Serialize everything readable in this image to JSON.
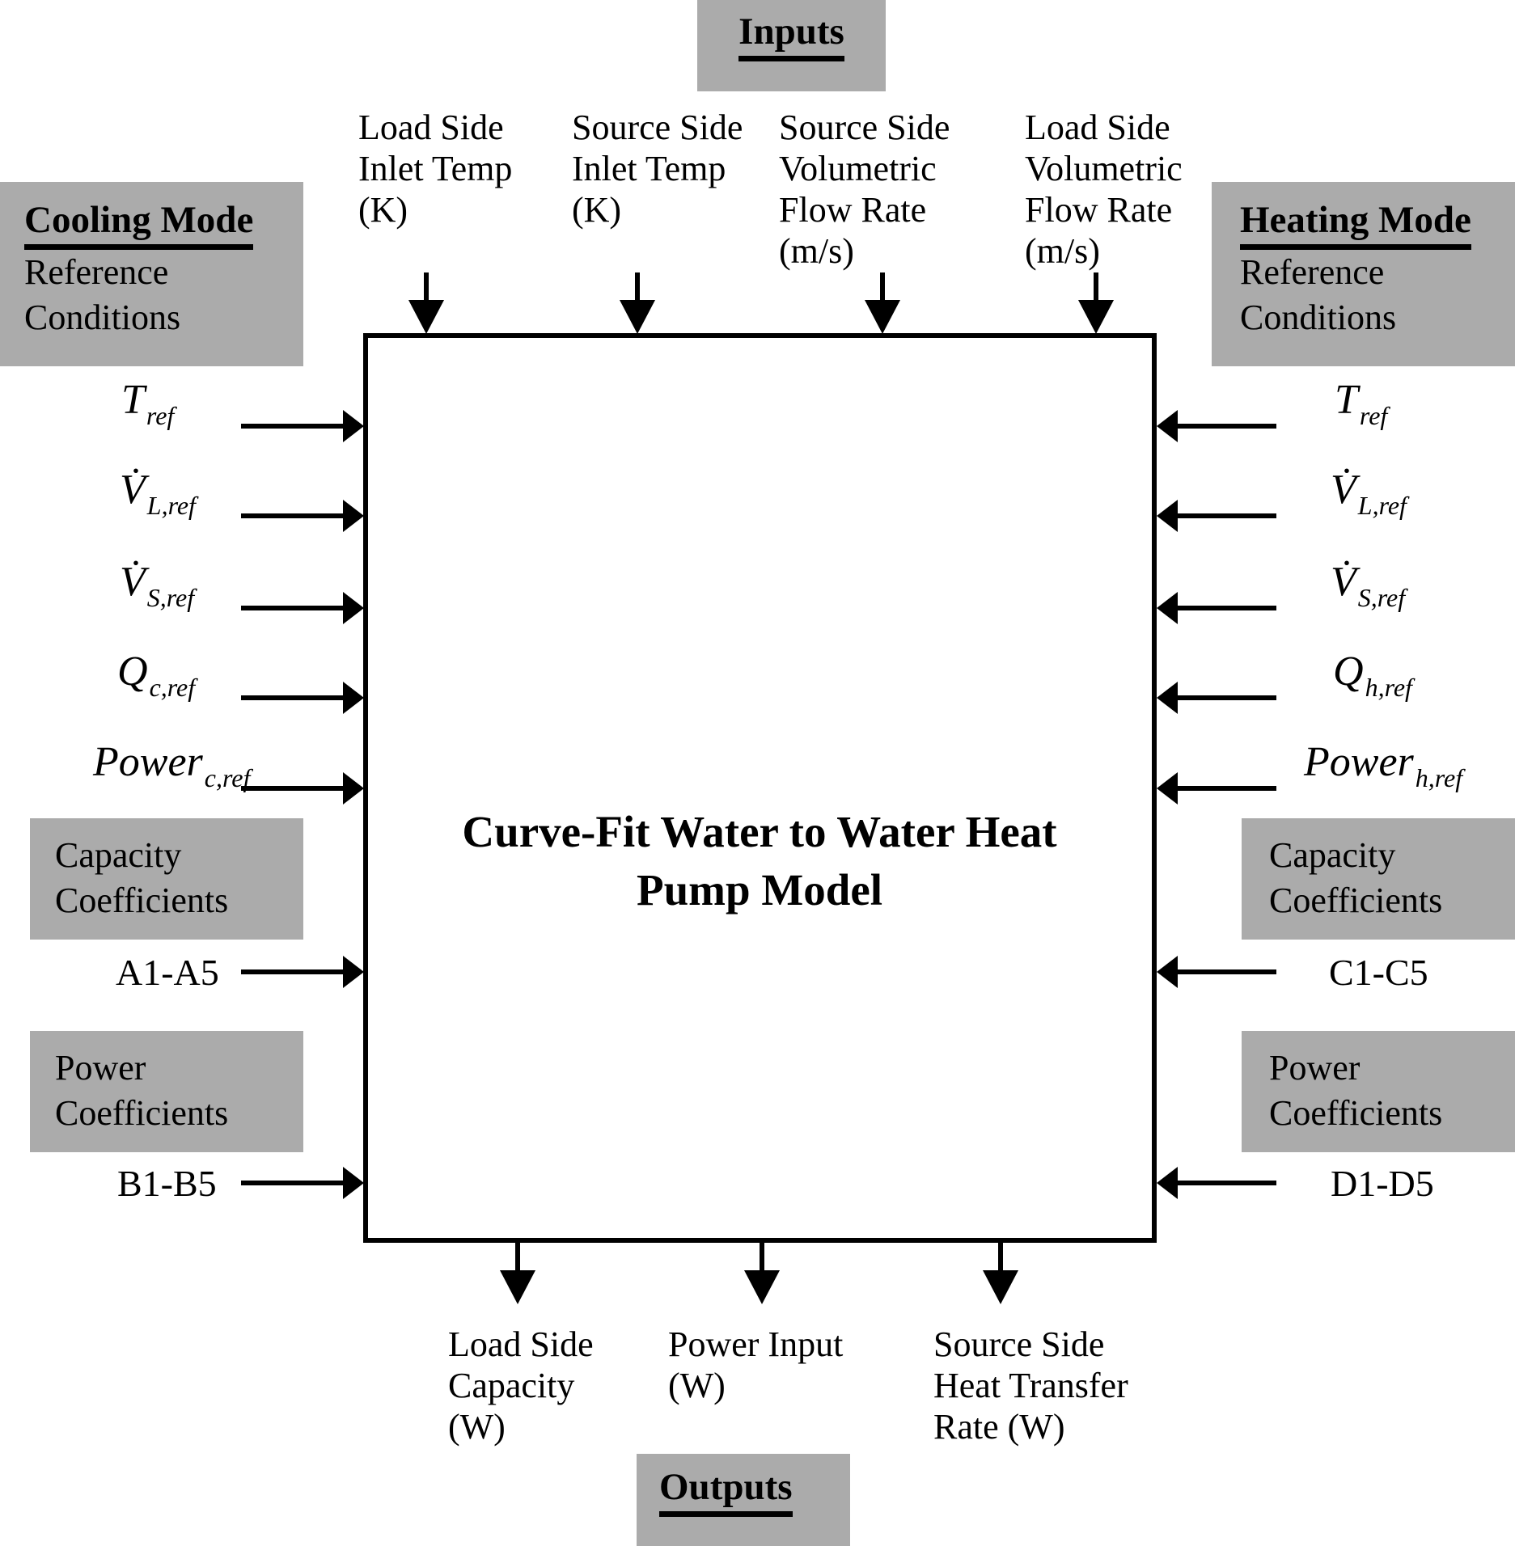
{
  "colors": {
    "panel_gray": "#ababab",
    "ink": "#000000",
    "background": "#ffffff"
  },
  "headers": {
    "inputs": "Inputs",
    "outputs": "Outputs"
  },
  "center_box": {
    "title": "Curve-Fit Water to Water Heat Pump Model"
  },
  "top_inputs": [
    "Load Side Inlet Temp (K)",
    "Source Side Inlet Temp (K)",
    "Source Side Volumetric Flow Rate (m/s)",
    "Load Side Volumetric Flow Rate (m/s)"
  ],
  "bottom_outputs": [
    "Load Side Capacity (W)",
    "Power Input (W)",
    "Source Side Heat Transfer Rate (W)"
  ],
  "cooling": {
    "mode_title": "Cooling Mode",
    "mode_subtitle": "Reference Conditions",
    "symbols": [
      {
        "main": "T",
        "sub": "ref"
      },
      {
        "main": "V̇",
        "sub": "L,ref"
      },
      {
        "main": "V̇",
        "sub": "S,ref"
      },
      {
        "main": "Q",
        "sub": "c,ref"
      },
      {
        "main": "Power",
        "sub": "c,ref"
      }
    ],
    "capacity_header": "Capacity Coefficients",
    "capacity_coeffs": "A1-A5",
    "power_header": "Power Coefficients",
    "power_coeffs": "B1-B5"
  },
  "heating": {
    "mode_title": "Heating Mode",
    "mode_subtitle": "Reference Conditions",
    "symbols": [
      {
        "main": "T",
        "sub": "ref"
      },
      {
        "main": "V̇",
        "sub": "L,ref"
      },
      {
        "main": "V̇",
        "sub": "S,ref"
      },
      {
        "main": "Q",
        "sub": "h,ref"
      },
      {
        "main": "Power",
        "sub": "h,ref"
      }
    ],
    "capacity_header": "Capacity Coefficients",
    "capacity_coeffs": "C1-C5",
    "power_header": "Power Coefficients",
    "power_coeffs": "D1-D5"
  }
}
